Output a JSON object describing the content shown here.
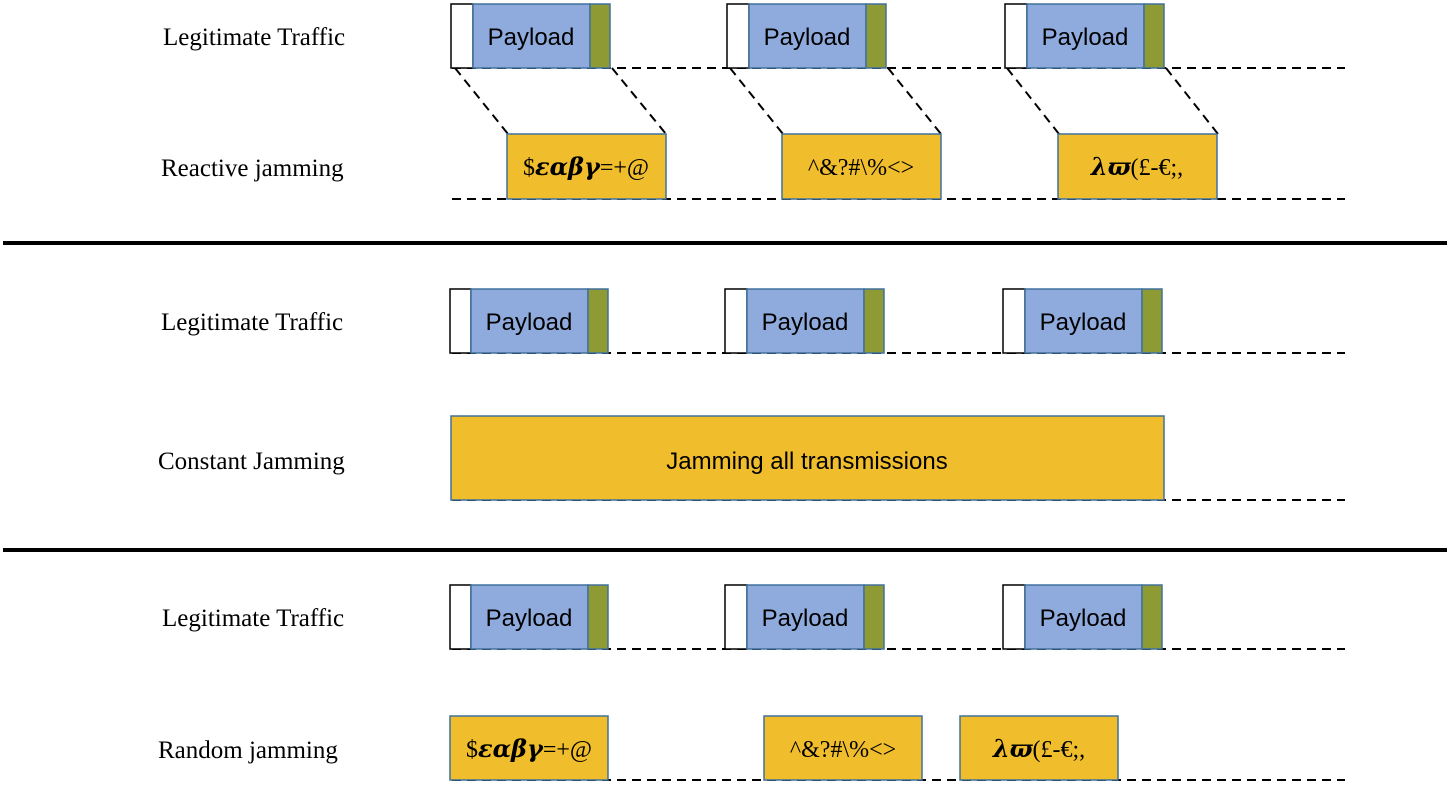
{
  "colors": {
    "payload_fill": "#8faadc",
    "trailer_fill": "#8e9a33",
    "header_fill": "#ffffff",
    "jam_fill": "#f0bd2c",
    "box_stroke": "#41719c",
    "line": "#000000"
  },
  "sections": [
    {
      "rows": [
        {
          "label": "Legitimate Traffic",
          "kind": "traffic",
          "packet_label": "Payload"
        },
        {
          "label": "Reactive jamming",
          "kind": "reactive",
          "bursts": [
            {
              "prefix": "$",
              "greek": "εαβγ",
              "suffix": "=+@"
            },
            {
              "prefix": "^&?#\\%<>",
              "greek": "",
              "suffix": ""
            },
            {
              "prefix": "",
              "greek": "λϖ",
              "suffix": "(£-€;,"
            }
          ]
        }
      ]
    },
    {
      "rows": [
        {
          "label": "Legitimate Traffic",
          "kind": "traffic",
          "packet_label": "Payload"
        },
        {
          "label": "Constant Jamming",
          "kind": "constant",
          "text": "Jamming all transmissions"
        }
      ]
    },
    {
      "rows": [
        {
          "label": "Legitimate Traffic",
          "kind": "traffic",
          "packet_label": "Payload"
        },
        {
          "label": "Random jamming",
          "kind": "random",
          "bursts": [
            {
              "prefix": "$",
              "greek": "εαβγ",
              "suffix": "=+@"
            },
            {
              "prefix": "^&?#\\%<>",
              "greek": "",
              "suffix": ""
            },
            {
              "prefix": "",
              "greek": "λϖ",
              "suffix": "(£-€;,"
            }
          ]
        }
      ]
    }
  ]
}
